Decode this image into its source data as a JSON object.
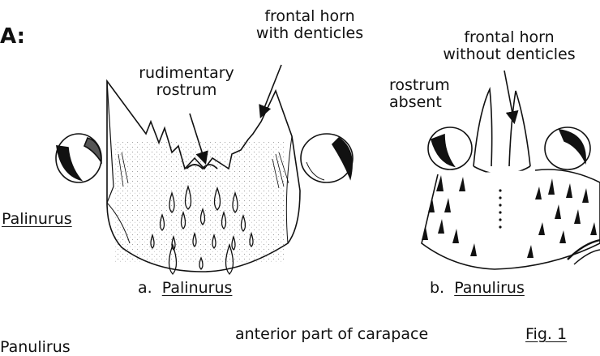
{
  "section_letter": "A:",
  "labels": {
    "frontal_horn_dent_l1": "frontal horn",
    "frontal_horn_dent_l2": "with denticles",
    "rudimentary_l1": "rudimentary",
    "rudimentary_l2": "rostrum",
    "frontal_horn_nodent_l1": "frontal horn",
    "frontal_horn_nodent_l2": "without denticles",
    "rostrum_absent_l1": "rostrum",
    "rostrum_absent_l2": "absent",
    "side_palinurus": "Palinurus",
    "side_panulirus": "Panulirus"
  },
  "captions": {
    "a_prefix": "a.",
    "a_name": "Palinurus",
    "b_prefix": "b.",
    "b_name": "Panulirus",
    "bottom": "anterior part of carapace",
    "figure": "Fig. 1"
  },
  "colors": {
    "ink": "#111111",
    "background": "#ffffff"
  }
}
